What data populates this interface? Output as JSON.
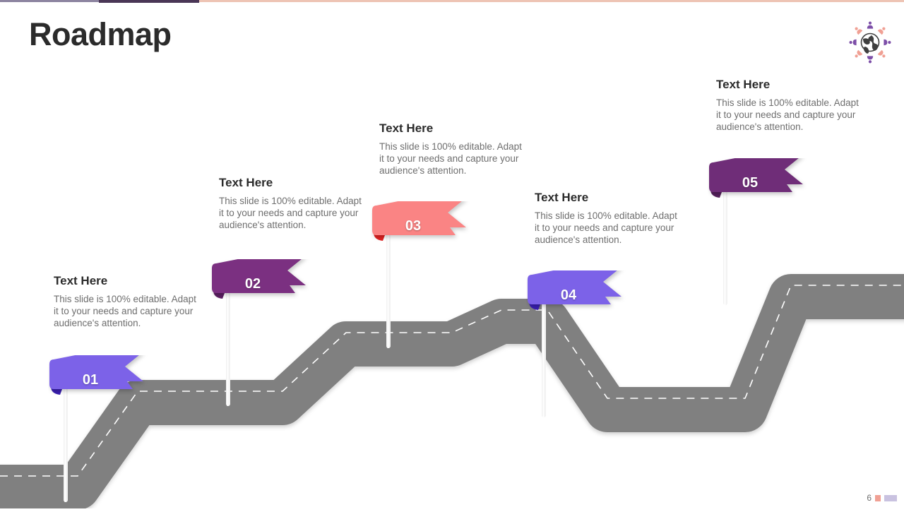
{
  "slide": {
    "title": "Roadmap",
    "page_number": "6",
    "background_color": "#ffffff"
  },
  "top_bar": {
    "segments": [
      {
        "name": "light-purple",
        "color": "#8d84a0"
      },
      {
        "name": "dark-purple",
        "color": "#4a3656"
      },
      {
        "name": "salmon",
        "color": "#eec4b4"
      }
    ]
  },
  "logo": {
    "name": "global-people-globe-logo",
    "globe_color": "#3f3f3f",
    "figure_colors": [
      "#7d4fa8",
      "#f0a094"
    ]
  },
  "road": {
    "color": "#808080",
    "center_line_color": "#ffffff",
    "center_line_style": "dashed"
  },
  "milestones": [
    {
      "number": "01",
      "heading": "Text Here",
      "body": "This slide is 100% editable. Adapt it to your needs and capture your audience's attention.",
      "flag_color": "#7c62e8",
      "fold_color": "#3a1fb0"
    },
    {
      "number": "02",
      "heading": "Text Here",
      "body": "This slide is 100% editable. Adapt it to your needs and capture your audience's attention.",
      "flag_color": "#7b3081",
      "fold_color": "#5c1f63"
    },
    {
      "number": "03",
      "heading": "Text Here",
      "body": "This slide is 100% editable. Adapt it to your needs and capture your audience's attention.",
      "flag_color": "#fa8484",
      "fold_color": "#e02222"
    },
    {
      "number": "04",
      "heading": "Text Here",
      "body": "This slide is 100% editable. Adapt it to your needs and capture your audience's attention.",
      "flag_color": "#7c62e8",
      "fold_color": "#3a1fb0"
    },
    {
      "number": "05",
      "heading": "Text Here",
      "body": "This slide is 100% editable. Adapt it to your needs and capture your audience's attention.",
      "flag_color": "#6f2d78",
      "fold_color": "#55205c"
    }
  ],
  "footer": {
    "swatch_colors": [
      "#f0a094",
      "#c9c2e0"
    ]
  }
}
